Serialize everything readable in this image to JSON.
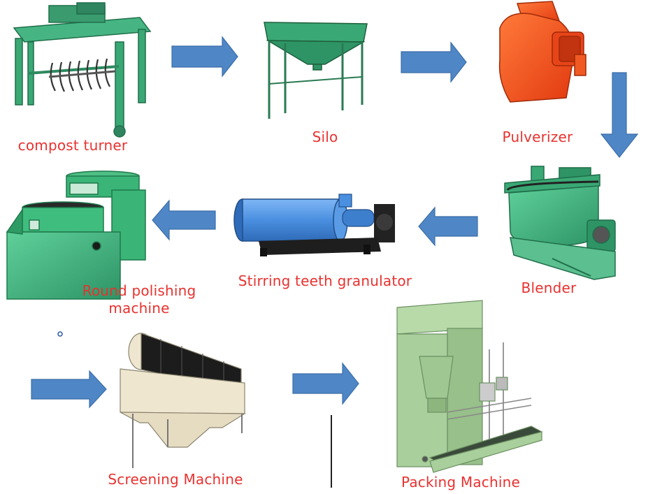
{
  "colors": {
    "label_red": "#e8322f",
    "arrow_fill": "#4f86c6",
    "arrow_stroke": "#3a6ea8",
    "machine_green": "#3aa874",
    "pulverizer_orange": "#f2501c",
    "granulator_blue": "#4a8fe0",
    "screen_cream": "#efe6cf",
    "packing_green": "#a9cf9c"
  },
  "steps": [
    {
      "id": "compost-turner",
      "label": "compost turner",
      "icon": "compost-turner-icon"
    },
    {
      "id": "silo",
      "label": "Silo",
      "icon": "silo-icon"
    },
    {
      "id": "pulverizer",
      "label": "Pulverizer",
      "icon": "pulverizer-icon"
    },
    {
      "id": "blender",
      "label": "Blender",
      "icon": "blender-icon"
    },
    {
      "id": "granulator",
      "label": "Stirring teeth granulator",
      "icon": "granulator-icon"
    },
    {
      "id": "polishing",
      "label": "Round polishing machine",
      "icon": "polishing-machine-icon"
    },
    {
      "id": "screening",
      "label": "Screening Machine",
      "icon": "screening-machine-icon"
    },
    {
      "id": "packing",
      "label": "Packing Machine",
      "icon": "packing-machine-icon"
    }
  ]
}
